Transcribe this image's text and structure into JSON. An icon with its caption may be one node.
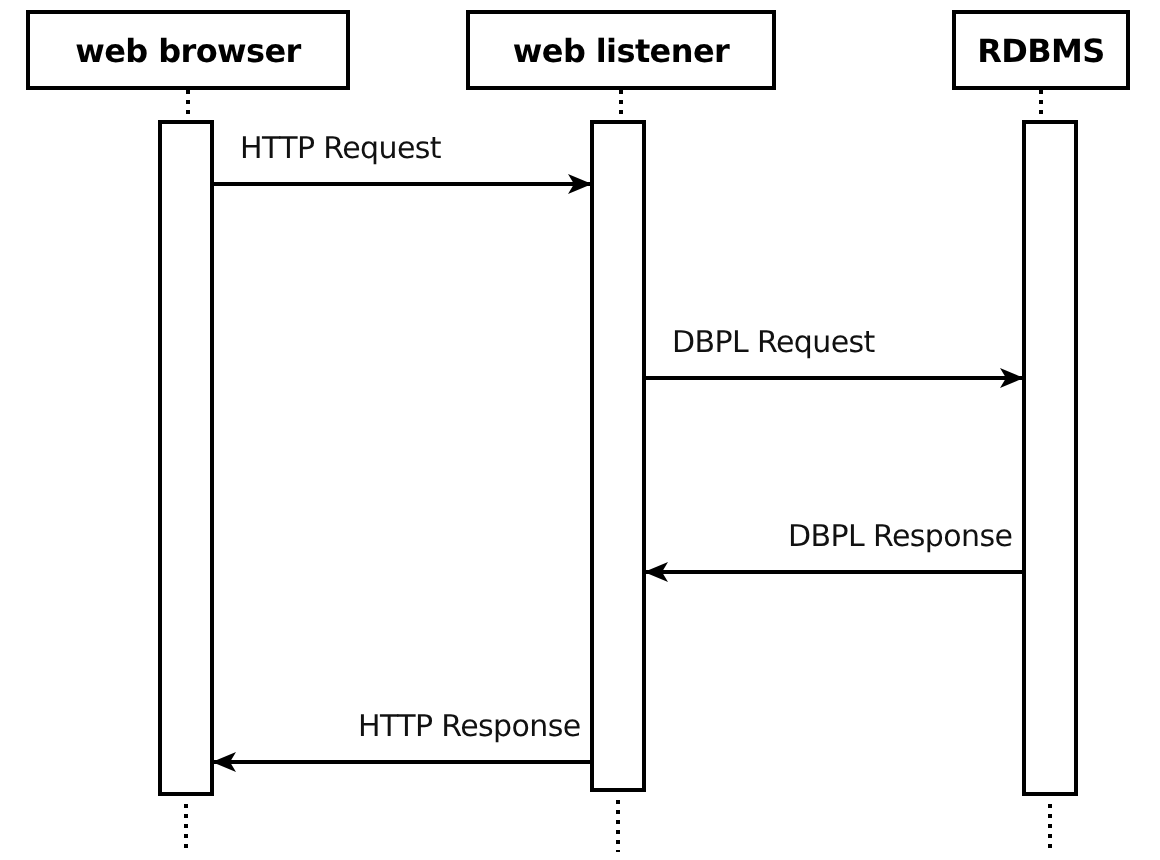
{
  "diagram": {
    "nodes": [
      {
        "text": [
          "web browser"
        ]
      },
      {
        "text": [
          "web listener"
        ]
      },
      {
        "text": [
          "RDBMS"
        ]
      },
      {
        "text": [],
        "shape": "bar"
      },
      {
        "text": [],
        "shape": "bar"
      },
      {
        "text": [],
        "shape": "bar"
      }
    ],
    "edges": [
      {
        "from": 0,
        "to": 3,
        "arrow": "none",
        "style": "dashed"
      },
      {
        "from": 1,
        "to": 4,
        "arrow": "none",
        "style": "dashed"
      },
      {
        "from": 2,
        "to": 5,
        "arrow": "none",
        "style": "dashed"
      },
      {
        "from": 3,
        "to": 4,
        "arrow": "to",
        "label": "HTTP Request"
      },
      {
        "from": 4,
        "to": 5,
        "arrow": "to",
        "label": "DBPL Request"
      },
      {
        "from": 5,
        "to": 4,
        "arrow": "to",
        "label": "DBPL Response"
      },
      {
        "from": 4,
        "to": 3,
        "arrow": "to",
        "label": "HTTP Response"
      }
    ]
  }
}
